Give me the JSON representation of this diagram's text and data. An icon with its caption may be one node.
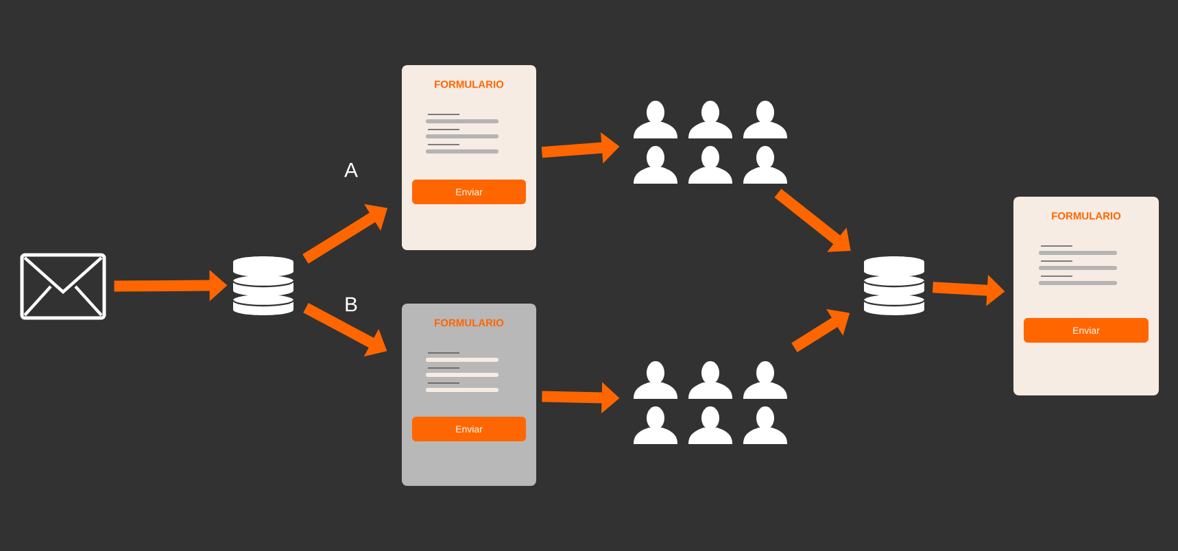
{
  "diagram": {
    "nodes": [
      {
        "text": [],
        "shape": "picture"
      },
      {
        "text": [],
        "shape": "cylinder"
      },
      {
        "text": [
          "FORMULARIO"
        ]
      },
      {
        "text": [
          "Enviar"
        ],
        "in": 2
      },
      {
        "text": [
          "FORMULARIO"
        ]
      },
      {
        "text": [
          "Enviar"
        ],
        "in": 4
      },
      {
        "text": [],
        "shape": "person"
      },
      {
        "text": [],
        "shape": "person"
      },
      {
        "text": [],
        "shape": "cylinder"
      },
      {
        "text": [
          "FORMULARIO"
        ]
      },
      {
        "text": [
          "Enviar"
        ],
        "in": 9
      }
    ],
    "edges": [
      {
        "from": 0,
        "to": 1,
        "arrow": "to"
      },
      {
        "from": 1,
        "to": 2,
        "arrow": "to",
        "label": "A"
      },
      {
        "from": 1,
        "to": 4,
        "arrow": "to",
        "label": "B"
      },
      {
        "from": 2,
        "to": 6,
        "arrow": "to"
      },
      {
        "from": 4,
        "to": 7,
        "arrow": "to"
      },
      {
        "from": 6,
        "to": 8,
        "arrow": "to"
      },
      {
        "from": 7,
        "to": 8,
        "arrow": "to"
      },
      {
        "from": 8,
        "to": 9,
        "arrow": "to"
      }
    ]
  }
}
